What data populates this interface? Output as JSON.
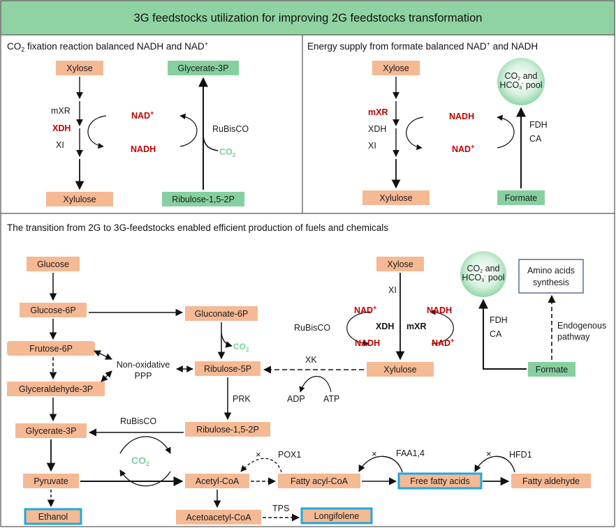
{
  "colors": {
    "orange": "#f5b994",
    "green": "#86d0a0",
    "header_green": "#8fd3a2",
    "highlight": "#1fa9dc",
    "red": "#c00000",
    "co2_green": "#7fcf9f",
    "border": "#555555"
  },
  "title": "3G feedstocks utilization for improving 2G feedstocks transformation",
  "panel_a": {
    "heading_prefix": "CO",
    "heading_sub": "2",
    "heading_rest": " fixation reaction balanced NADH and NAD",
    "heading_sup": "+",
    "xylose": "Xylose",
    "xylulose": "Xylulose",
    "glycerate3p": "Glycerate-3P",
    "ribulose15": "Ribulose-1,5-2P",
    "mxr": "mXR",
    "xdh": "XDH",
    "xi": "XI",
    "nad_plus": "NAD",
    "nadh": "NADH",
    "rubisco": "RuBisCO",
    "co2": "CO",
    "co2_sub": "2"
  },
  "panel_b": {
    "heading_prefix": "Energy supply from formate balanced NAD",
    "heading_sup": "+",
    "heading_rest": " and NADH",
    "xylose": "Xylose",
    "xylulose": "Xylulose",
    "formate": "Formate",
    "pool_line1": "CO",
    "pool_line1_sub": "2",
    "pool_line1_rest": " and",
    "pool_line2": "HCO",
    "pool_line2_sub": "3",
    "pool_line2_sup": "-",
    "pool_line2_rest": " pool",
    "mxr": "mXR",
    "xdh": "XDH",
    "xi": "XI",
    "nadh": "NADH",
    "nad_plus": "NAD",
    "fdh": "FDH",
    "ca": "CA"
  },
  "panel_c": {
    "heading": "The transition from 2G to 3G-feedstocks enabled efficient production of fuels and chemicals",
    "glucose": "Glucose",
    "glucose6p": "Glucose-6P",
    "frutose6p": "Frutose-6P",
    "glyceraldehyde3p": "Glyceraldehyde-3P",
    "glycerate3p": "Glycerate-3P",
    "pyruvate": "Pyruvate",
    "ethanol": "Ethanol",
    "gluconate6p": "Gluconate-6P",
    "ribulose5p": "Ribulose-5P",
    "ribulose15": "Ribulose-1,5-2P",
    "nonox_line1": "Non-oxidative",
    "nonox_line2": "PPP",
    "prk": "PRK",
    "rubisco_main": "RuBisCO",
    "co2_main": "CO",
    "co2_main_sub": "2",
    "co2_small": "CO",
    "co2_small_sub": "2",
    "acetylcoa": "Acetyl-CoA",
    "acetoacetylcoa": "Acetoacetyl-CoA",
    "longifolene": "Longifolene",
    "tps": "TPS",
    "fattyacylcoa": "Fatty acyl-CoA",
    "freefattyacids": "Free fatty acids",
    "fattyaldehyde": "Fatty aldehyde",
    "pox1": "POX1",
    "faa14": "FAA1,4",
    "hfd1": "HFD1",
    "xylose": "Xylose",
    "xylulose": "Xylulose",
    "xi": "XI",
    "xdh": "XDH",
    "mxr": "mXR",
    "nad_plus": "NAD",
    "nadh": "NADH",
    "rubisco_cycle": "RuBisCO",
    "xk": "XK",
    "adp": "ADP",
    "atp": "ATP",
    "fdh": "FDH",
    "ca": "CA",
    "formate": "Formate",
    "pool_line1": "CO",
    "pool_line1_sub": "2",
    "pool_line1_rest": " and",
    "pool_line2": "HCO",
    "pool_line2_sub": "3",
    "pool_line2_sup": "-",
    "pool_line2_rest": " pool",
    "aminoacids_line1": "Amino acids",
    "aminoacids_line2": "synthesis",
    "endogenous_line1": "Endogenous",
    "endogenous_line2": "pathway"
  }
}
